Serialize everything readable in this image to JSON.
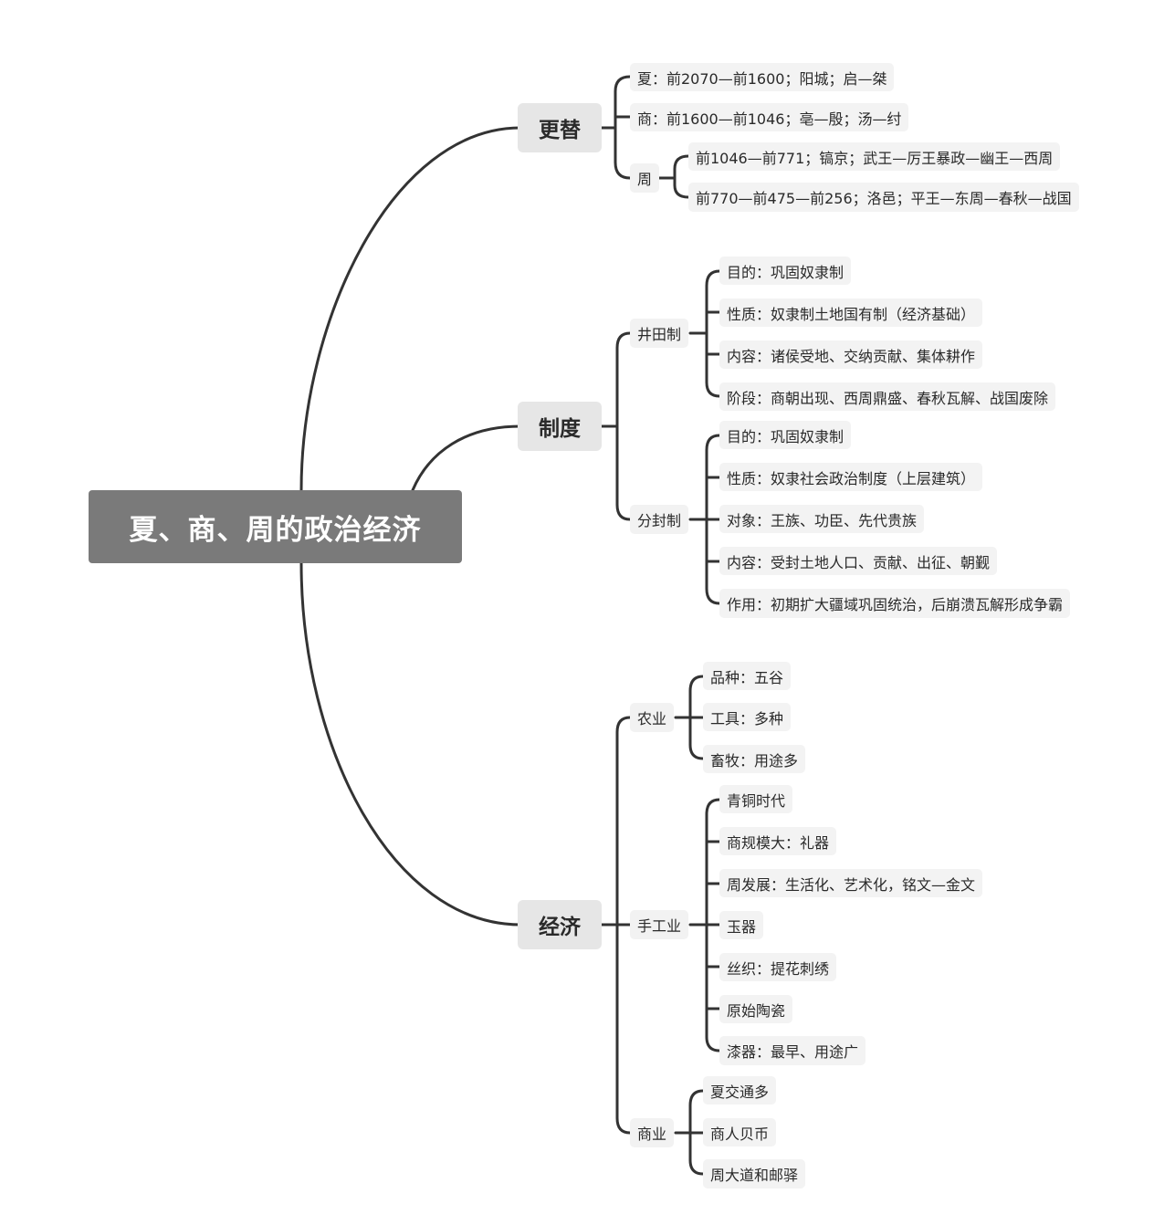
{
  "root": "夏、商、周的政治经济",
  "gengti": {
    "label": "更替",
    "xia": "夏：前2070—前1600；阳城；启—桀",
    "shang": "商：前1600—前1046；亳—殷；汤—纣",
    "zhou": {
      "label": "周",
      "west": "前1046—前771；镐京；武王—厉王暴政—幽王—西周",
      "east": "前770—前475—前256；洛邑；平王—东周—春秋—战国"
    }
  },
  "zhidu": {
    "label": "制度",
    "jingtian": {
      "label": "井田制",
      "items": [
        "目的：巩固奴隶制",
        "性质：奴隶制土地国有制（经济基础）",
        "内容：诸侯受地、交纳贡献、集体耕作",
        "阶段：商朝出现、西周鼎盛、春秋瓦解、战国废除"
      ]
    },
    "fenfeng": {
      "label": "分封制",
      "items": [
        "目的：巩固奴隶制",
        "性质：奴隶社会政治制度（上层建筑）",
        "对象：王族、功臣、先代贵族",
        "内容：受封土地人口、贡献、出征、朝觐",
        "作用：初期扩大疆域巩固统治，后崩溃瓦解形成争霸"
      ]
    }
  },
  "jingji": {
    "label": "经济",
    "nongye": {
      "label": "农业",
      "items": [
        "品种：五谷",
        "工具：多种",
        "畜牧：用途多"
      ]
    },
    "shougongye": {
      "label": "手工业",
      "items": [
        "青铜时代",
        "商规模大：礼器",
        "周发展：生活化、艺术化，铭文—金文",
        "玉器",
        "丝织：提花刺绣",
        "原始陶瓷",
        "漆器：最早、用途广"
      ]
    },
    "shangye": {
      "label": "商业",
      "items": [
        "夏交通多",
        "商人贝币",
        "周大道和邮驿"
      ]
    }
  }
}
